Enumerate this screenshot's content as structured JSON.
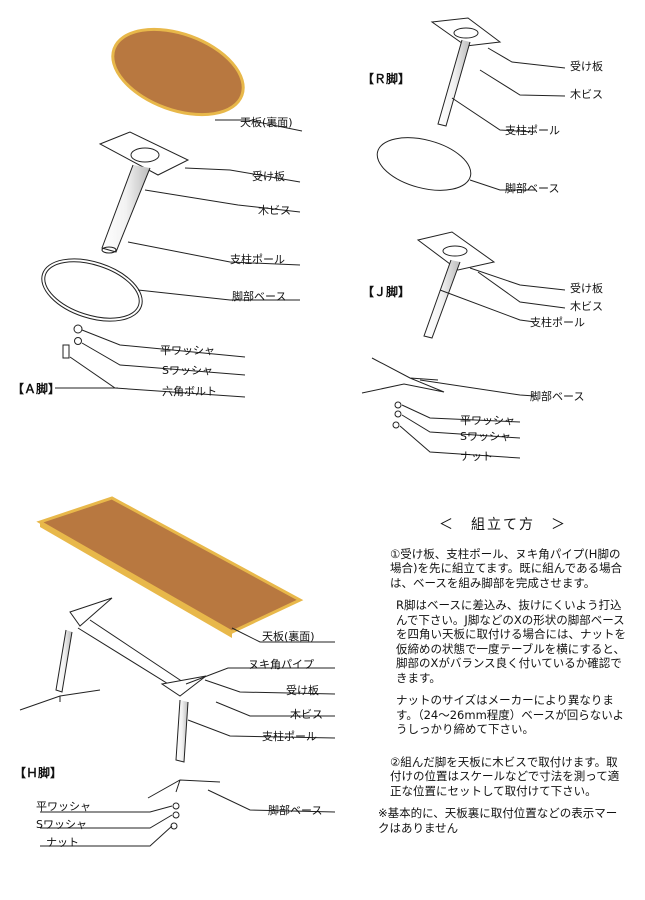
{
  "sections": {
    "a": {
      "title": "【Ａ脚】",
      "labels": {
        "tabletop": "天板(裏面)",
        "receiver": "受け板",
        "screw": "木ビス",
        "pole": "支柱ポール",
        "base": "脚部ベース",
        "flat_washer": "平ワッシャ",
        "spring_washer": "Sワッシャ",
        "hex_bolt": "六角ボルト"
      }
    },
    "r": {
      "title": "【Ｒ脚】",
      "labels": {
        "receiver": "受け板",
        "screw": "木ビス",
        "pole": "支柱ポール",
        "base": "脚部ベース"
      }
    },
    "j": {
      "title": "【Ｊ脚】",
      "labels": {
        "receiver": "受け板",
        "screw": "木ビス",
        "pole": "支柱ポール",
        "base": "脚部ベース",
        "flat_washer": "平ワッシャ",
        "spring_washer": "Sワッシャ",
        "nut": "ナット"
      }
    },
    "h": {
      "title": "【Ｈ脚】",
      "labels": {
        "tabletop": "天板(裏面)",
        "pipe": "ヌキ角パイプ",
        "receiver": "受け板",
        "screw": "木ビス",
        "pole": "支柱ポール",
        "base": "脚部ベース",
        "flat_washer": "平ワッシャ",
        "spring_washer": "Sワッシャ",
        "nut": "ナット"
      }
    }
  },
  "instructions": {
    "heading": "＜　組立て方　＞",
    "step1": "①受け板、支柱ポール、ヌキ角パイプ(H脚の場合)を先に組立てます。既に組んである場合は、ベースを組み脚部を完成させます。",
    "note_r": "R脚はベースに差込み、抜けにくいよう打込んで下さい。J脚などのXの形状の脚部ベースを四角い天板に取付ける場合には、ナットを仮締めの状態で一度テーブルを横にすると、脚部のXがバランス良く付いているか確認できます。",
    "note_nut": "ナットのサイズはメーカーにより異なります。（24〜26mm程度）ベースが回らないようしっかり締めて下さい。",
    "step2": "②組んだ脚を天板に木ビスで取付けます。取付けの位置はスケールなどで寸法を測って適正な位置にセットして取付けて下さい。",
    "remark": "※基本的に、天板裏に取付位置などの表示マークはありません"
  },
  "colors": {
    "wood": "#b87840",
    "wood_edge": "#e8b84a",
    "line": "#222222"
  }
}
